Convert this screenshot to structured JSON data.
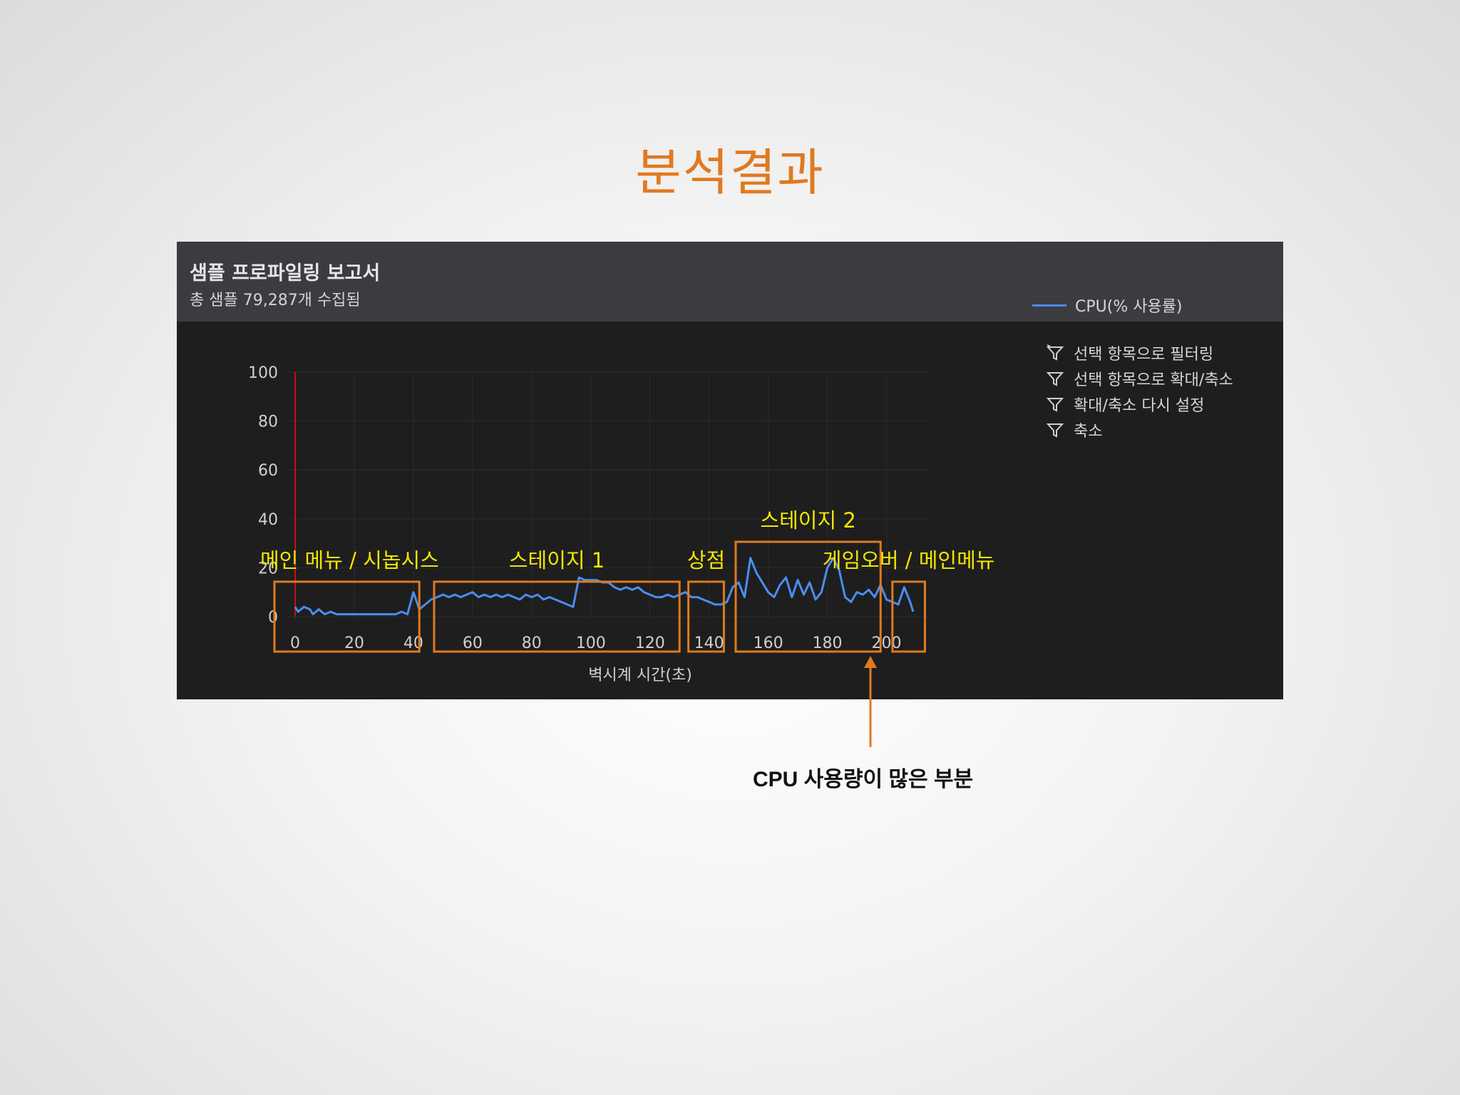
{
  "slide": {
    "title": "분석결과",
    "callout": "CPU 사용량이 많은 부분"
  },
  "report": {
    "title": "샘플 프로파일링 보고서",
    "subtitle": "총 샘플 79,287개 수집됨"
  },
  "legend": {
    "series_label": "CPU(% 사용률)",
    "tools": [
      {
        "icon": "filter-select-icon",
        "label": "선택 항목으로 필터링"
      },
      {
        "icon": "filter-icon",
        "label": "선택 항목으로 확대/축소"
      },
      {
        "icon": "filter-icon",
        "label": "확대/축소 다시 설정"
      },
      {
        "icon": "filter-icon",
        "label": "축소"
      }
    ]
  },
  "colors": {
    "accent": "#e07a1f",
    "line": "#4a8ef0",
    "region_box": "#e07a1f",
    "region_label": "#f2e600",
    "cursor": "#c41010"
  },
  "chart_data": {
    "type": "line",
    "title": "",
    "xlabel": "벽시계 시간(초)",
    "ylabel": "",
    "xlim": [
      0,
      210
    ],
    "ylim": [
      0,
      100
    ],
    "x_ticks": [
      0,
      20,
      40,
      60,
      80,
      100,
      120,
      140,
      160,
      180,
      200
    ],
    "y_ticks": [
      0,
      20,
      40,
      60,
      80,
      100
    ],
    "grid": true,
    "legend_position": "top-right",
    "series": [
      {
        "name": "CPU(% 사용률)",
        "x": [
          0,
          1,
          3,
          5,
          6,
          8,
          10,
          12,
          14,
          16,
          18,
          20,
          22,
          24,
          26,
          28,
          30,
          32,
          34,
          36,
          38,
          40,
          42,
          44,
          46,
          48,
          50,
          52,
          54,
          56,
          58,
          60,
          62,
          64,
          66,
          68,
          70,
          72,
          74,
          76,
          78,
          80,
          82,
          84,
          86,
          88,
          90,
          92,
          94,
          95,
          96,
          98,
          100,
          102,
          104,
          106,
          108,
          110,
          112,
          114,
          116,
          118,
          120,
          122,
          124,
          126,
          128,
          130,
          132,
          134,
          136,
          138,
          140,
          142,
          144,
          146,
          148,
          150,
          152,
          154,
          156,
          158,
          160,
          162,
          164,
          166,
          168,
          170,
          172,
          174,
          176,
          178,
          180,
          182,
          184,
          186,
          188,
          190,
          192,
          194,
          196,
          198,
          200,
          202,
          204,
          206,
          208,
          209
        ],
        "y": [
          4,
          2,
          4,
          3,
          1,
          3,
          1,
          2,
          1,
          1,
          1,
          1,
          1,
          1,
          1,
          1,
          1,
          1,
          1,
          2,
          1,
          10,
          3,
          5,
          7,
          8,
          9,
          8,
          9,
          8,
          9,
          10,
          8,
          9,
          8,
          9,
          8,
          9,
          8,
          7,
          9,
          8,
          9,
          7,
          8,
          7,
          6,
          5,
          4,
          10,
          16,
          15,
          15,
          15,
          14,
          14,
          12,
          11,
          12,
          11,
          12,
          10,
          9,
          8,
          8,
          9,
          8,
          9,
          10,
          8,
          8,
          7,
          6,
          5,
          5,
          6,
          12,
          14,
          8,
          24,
          18,
          14,
          10,
          8,
          13,
          16,
          8,
          15,
          9,
          14,
          7,
          10,
          20,
          24,
          19,
          8,
          6,
          10,
          9,
          11,
          8,
          13,
          7,
          6,
          5,
          12,
          6,
          2
        ]
      }
    ]
  },
  "regions": [
    {
      "label": "메인 메뉴 / 시놉시스",
      "x_start": -7,
      "x_end": 42
    },
    {
      "label": "스테이지 1",
      "x_start": 47,
      "x_end": 130
    },
    {
      "label": "상점",
      "x_start": 133,
      "x_end": 145
    },
    {
      "label": "스테이지 2",
      "x_start": 149,
      "x_end": 198
    },
    {
      "label": "게임오버 / 메인메뉴",
      "x_start": 202,
      "x_end": 213
    }
  ]
}
